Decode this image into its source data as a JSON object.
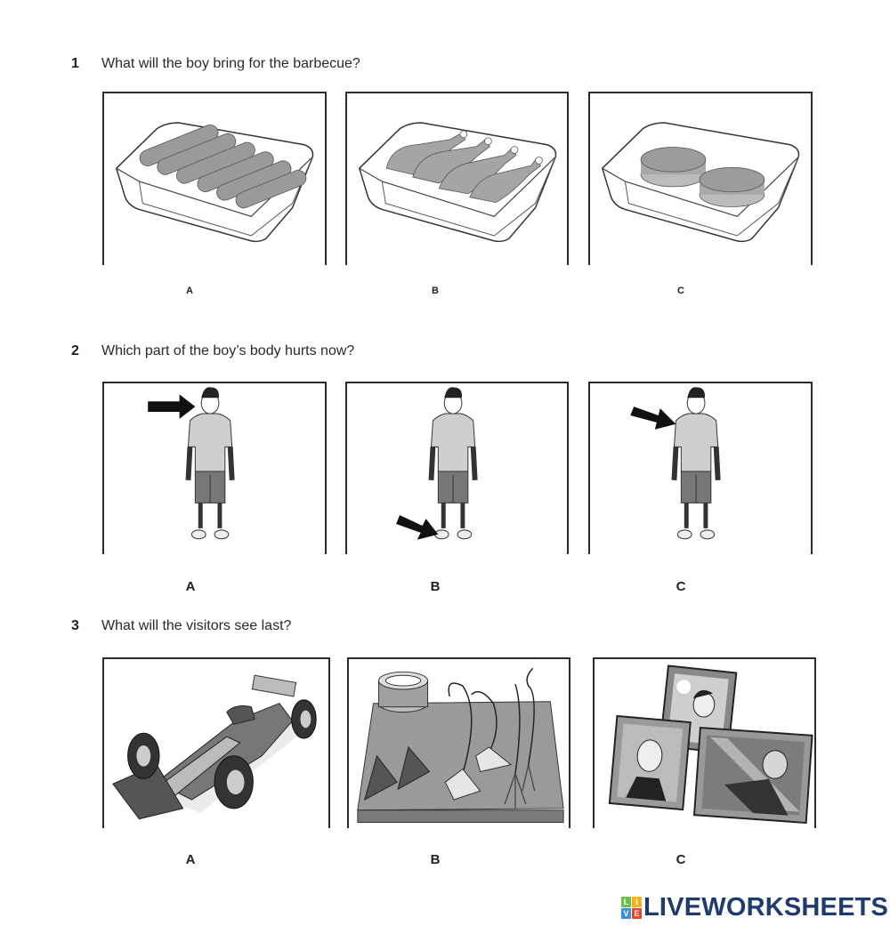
{
  "questions": [
    {
      "number": "1",
      "text": "What will the boy bring for the barbecue?",
      "options": [
        {
          "label": "A",
          "image": "tray-of-sausages"
        },
        {
          "label": "B",
          "image": "tray-of-chicken-legs"
        },
        {
          "label": "C",
          "image": "tray-of-burgers"
        }
      ]
    },
    {
      "number": "2",
      "text": "Which part of the boy’s body hurts now?",
      "options": [
        {
          "label": "A",
          "image": "boy-arrow-head"
        },
        {
          "label": "B",
          "image": "boy-arrow-foot"
        },
        {
          "label": "C",
          "image": "boy-arrow-shoulder"
        }
      ]
    },
    {
      "number": "3",
      "text": "What will the visitors see last?",
      "options": [
        {
          "label": "A",
          "image": "racing-car"
        },
        {
          "label": "B",
          "image": "jewellery-display"
        },
        {
          "label": "C",
          "image": "framed-portraits"
        }
      ]
    }
  ],
  "logo": {
    "tiles": [
      "L",
      "I",
      "V",
      "E"
    ],
    "tile_colors": [
      "#6cc04a",
      "#f5b31b",
      "#3a8fd9",
      "#e8432d"
    ],
    "text": "LIVEWORKSHEETS",
    "text_color": "#1f3b6e"
  }
}
